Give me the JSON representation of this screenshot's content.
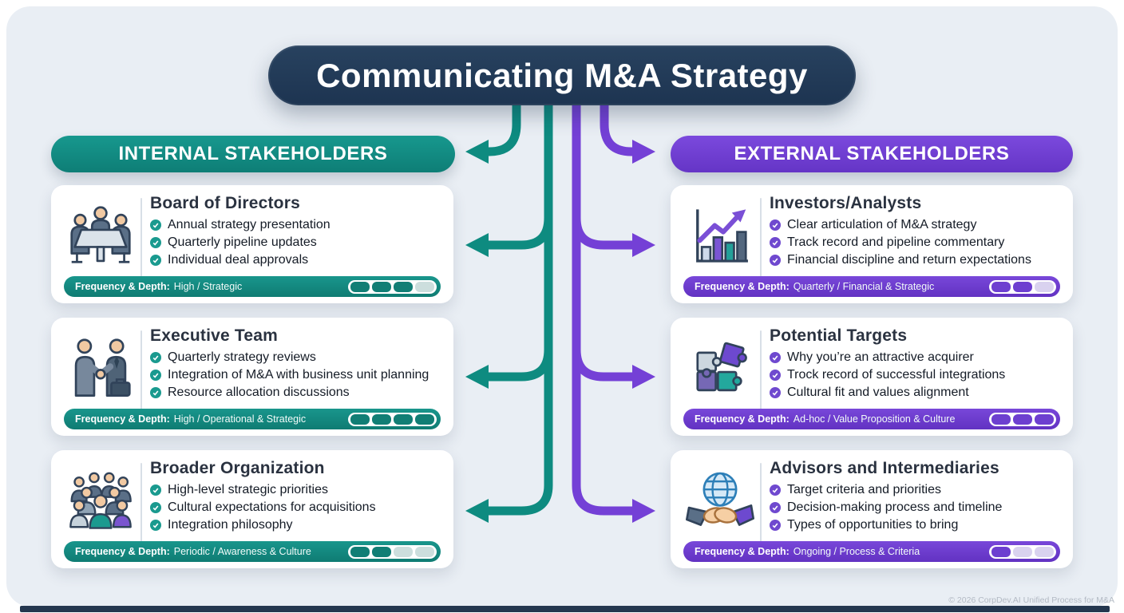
{
  "title": "Communicating M&A Strategy",
  "footer": "© 2026 CorpDev.AI Unified Process for M&A",
  "labels": {
    "frequency": "Frequency & Depth:"
  },
  "colors": {
    "navy": "#203650",
    "teal": "#0e8b80",
    "purple": "#7440d6",
    "canvas": "#e9eef4"
  },
  "columns": [
    {
      "id": "internal",
      "banner": "INTERNAL STAKEHOLDERS",
      "accent": "#0e8b80",
      "cards": [
        {
          "icon": "board-meeting-icon",
          "title": "Board of Directors",
          "bullets": [
            "Annual strategy presentation",
            "Quarterly pipeline updates",
            "Individual deal approvals"
          ],
          "frequency": "High / Strategic",
          "meter": {
            "segments": 4,
            "filled": 3
          }
        },
        {
          "icon": "handshake-icon",
          "title": "Executive Team",
          "bullets": [
            "Quarterly strategy reviews",
            "Integration of M&A with business unit planning",
            "Resource allocation discussions"
          ],
          "frequency": "High / Operational & Strategic",
          "meter": {
            "segments": 4,
            "filled": 4
          }
        },
        {
          "icon": "crowd-icon",
          "title": "Broader Organization",
          "bullets": [
            "High-level strategic priorities",
            "Cultural expectations for acquisitions",
            "Integration philosophy"
          ],
          "frequency": "Periodic / Awareness & Culture",
          "meter": {
            "segments": 4,
            "filled": 2
          }
        }
      ]
    },
    {
      "id": "external",
      "banner": "EXTERNAL STAKEHOLDERS",
      "accent": "#7440d6",
      "cards": [
        {
          "icon": "growth-chart-icon",
          "title": "Investors/Analysts",
          "bullets": [
            "Clear articulation of M&A strategy",
            "Track record and pipeline commentary",
            "Financial discipline and return expectations"
          ],
          "frequency": "Quarterly / Financial & Strategic",
          "meter": {
            "segments": 3,
            "filled": 2
          }
        },
        {
          "icon": "puzzle-icon",
          "title": "Potential Targets",
          "bullets": [
            "Why you’re an attractive acquirer",
            "Trock record of successful integrations",
            "Cultural fit and values alignment"
          ],
          "frequency": "Ad-hoc / Value Proposition & Culture",
          "meter": {
            "segments": 3,
            "filled": 3
          }
        },
        {
          "icon": "globe-handshake-icon",
          "title": "Advisors and Intermediaries",
          "bullets": [
            "Target criteria and priorities",
            "Decision-making process and timeline",
            "Types of opportunities to bring"
          ],
          "frequency": "Ongoing / Process & Criteria",
          "meter": {
            "segments": 3,
            "filled": 1
          }
        }
      ]
    }
  ]
}
